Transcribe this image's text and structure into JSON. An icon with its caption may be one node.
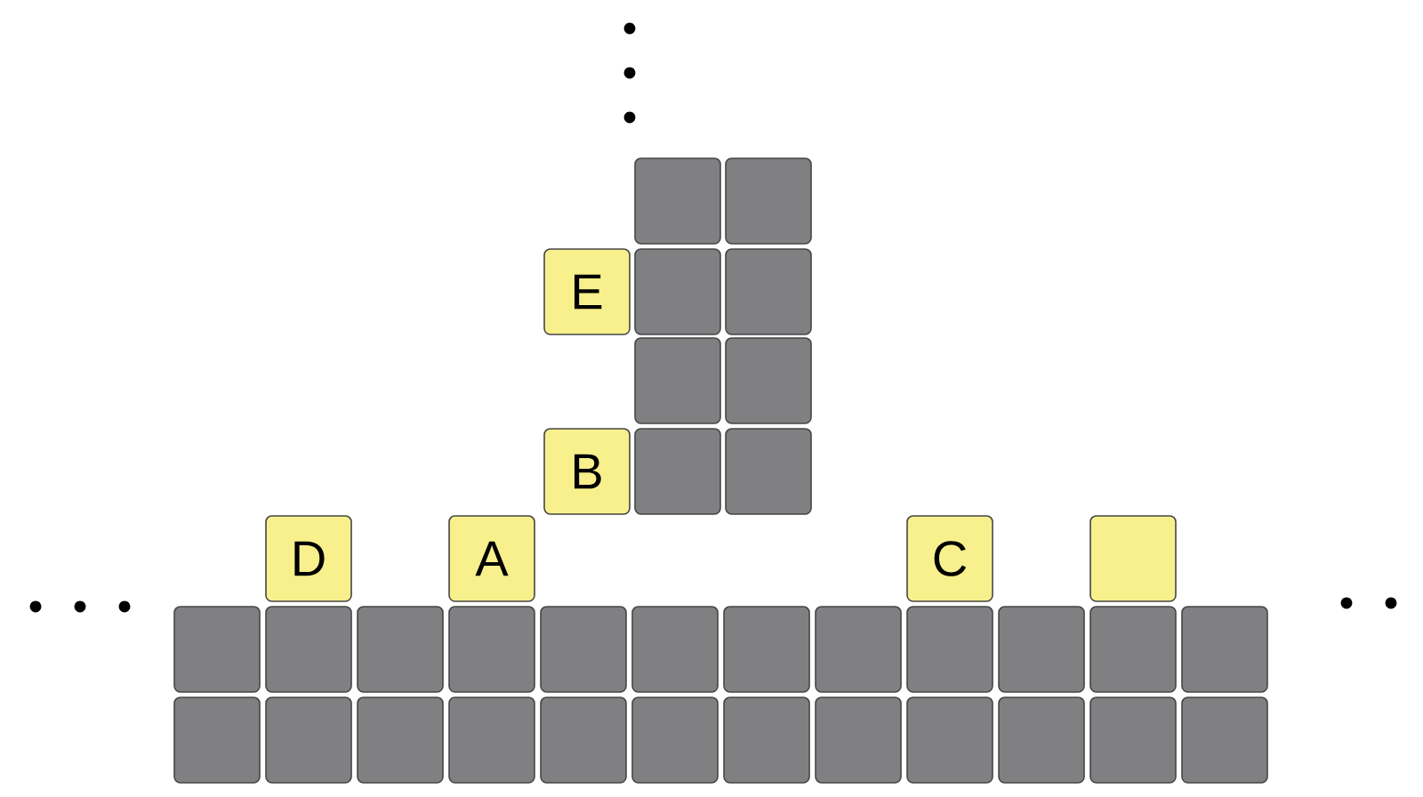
{
  "diagram": {
    "nodes": [
      {
        "text": [
          "E"
        ]
      },
      {
        "text": [
          "B"
        ]
      },
      {
        "text": [
          "D"
        ]
      },
      {
        "text": [
          "A"
        ]
      },
      {
        "text": [
          "C"
        ]
      },
      {
        "text": [],
        "shape": "box"
      }
    ]
  }
}
